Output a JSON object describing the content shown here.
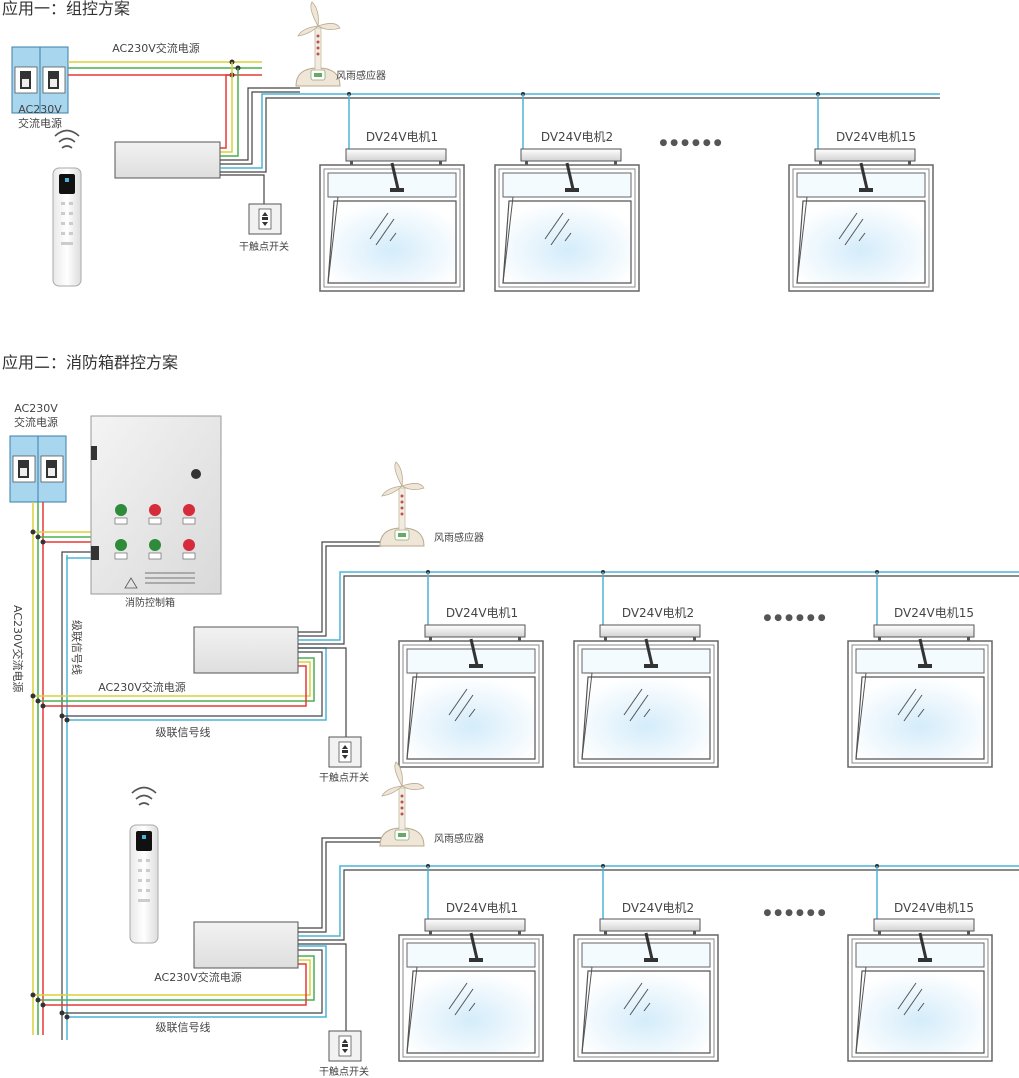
{
  "section1": {
    "title": "应用一：组控方案",
    "power_label": "AC230V交流电源",
    "breaker_label_line1": "AC230V",
    "breaker_label_line2": "交流电源",
    "sensor_label": "风雨感应器",
    "switch_label": "干触点开关",
    "motors": [
      "DV24V电机1",
      "DV24V电机2",
      "DV24V电机15"
    ],
    "ellipsis": "●●●●●●"
  },
  "section2": {
    "title": "应用二：消防箱群控方案",
    "breaker_label_line1": "AC230V",
    "breaker_label_line2": "交流电源",
    "vertical_power_label": "AC230V交流电源",
    "fire_box_label": "消防控制箱",
    "cascade_vertical_label": "级联信号线",
    "group_a": {
      "power_label": "AC230V交流电源",
      "cascade_label": "级联信号线",
      "sensor_label": "风雨感应器",
      "switch_label": "干触点开关",
      "motors": [
        "DV24V电机1",
        "DV24V电机2",
        "DV24V电机15"
      ],
      "ellipsis": "●●●●●●"
    },
    "group_b": {
      "power_label": "AC230V交流电源",
      "cascade_label": "级联信号线",
      "sensor_label": "风雨感应器",
      "switch_label": "干触点开关",
      "motors": [
        "DV24V电机1",
        "DV24V电机2",
        "DV24V电机15"
      ],
      "ellipsis": "●●●●●●"
    }
  },
  "colors": {
    "wire_yellow": "#d8d23a",
    "wire_green": "#4caf50",
    "wire_red": "#e53935",
    "wire_blue": "#4ab3d8",
    "wire_dark": "#444444",
    "glass": "#cfe9f7",
    "breaker_blue": "#9fd0ea"
  }
}
